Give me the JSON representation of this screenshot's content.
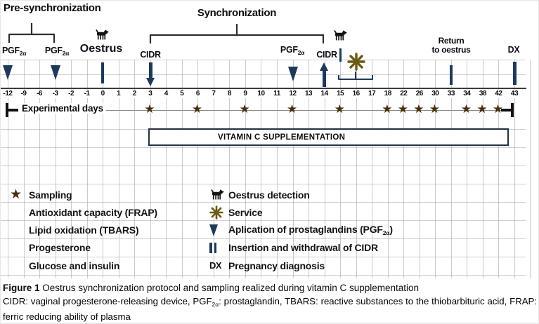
{
  "figure_labels": {
    "pre_sync": "Pre-synchronization",
    "sync": "Synchronization",
    "oestrus": "Oestrus",
    "cidr": "CIDR",
    "pgf": "PGF",
    "pgf_sub": "2α",
    "return_line1": "Return",
    "return_line2": "to oestrus",
    "dx": "DX",
    "experimental_days": "Experimental days",
    "vitamin_box": "VITAMIN C SUPPLEMENTATION"
  },
  "timeline": {
    "days": [
      "-12",
      "-9",
      "-6",
      "-3",
      "-2",
      "-1",
      "0",
      "1",
      "2",
      "3",
      "4",
      "5",
      "6",
      "7",
      "8",
      "9",
      "10",
      "11",
      "12",
      "13",
      "14",
      "15",
      "16",
      "17",
      "18",
      "22",
      "26",
      "30",
      "33",
      "34",
      "38",
      "42",
      "43"
    ],
    "sampling_days": [
      "3",
      "6",
      "9",
      "12",
      "15",
      "18",
      "22",
      "26",
      "30",
      "34",
      "38",
      "42"
    ],
    "events": [
      {
        "day": "-12",
        "marker": "prostaglandin-injection"
      },
      {
        "day": "-3",
        "marker": "prostaglandin-injection"
      },
      {
        "day": "0",
        "marker": "oestrus"
      },
      {
        "day": "3",
        "marker": "cidr-insertion"
      },
      {
        "day": "12",
        "marker": "prostaglandin-injection"
      },
      {
        "day": "14",
        "marker": "cidr-withdrawal"
      },
      {
        "day": "15",
        "marker": "oestrus-detection"
      },
      {
        "day": "16",
        "marker": "service"
      },
      {
        "day": "33",
        "marker": "return-to-oestrus"
      },
      {
        "day": "43",
        "marker": "pregnancy-diagnosis"
      }
    ]
  },
  "legend": {
    "left": [
      {
        "icon": "sampling-star",
        "label": "Sampling"
      },
      {
        "icon": "",
        "label": "Antioxidant capacity (FRAP)"
      },
      {
        "icon": "",
        "label": "Lipid oxidation (TBARS)"
      },
      {
        "icon": "",
        "label": "Progesterone"
      },
      {
        "icon": "",
        "label": "Glucose and insulin"
      }
    ],
    "right": [
      {
        "icon": "dog",
        "label": "Oestrus detection"
      },
      {
        "icon": "service-star",
        "label": "Service"
      },
      {
        "icon": "triangle-down",
        "label_pre": "Aplication of prostaglandins (PGF",
        "label_sub": "2α",
        "label_post": ")"
      },
      {
        "icon": "cidr-bars",
        "label": "Insertion and withdrawal of CIDR"
      },
      {
        "icon": "dx-text",
        "icon_text": "DX",
        "label": "Pregnancy diagnosis"
      }
    ]
  },
  "caption": {
    "figure_label": "Figure 1",
    "title": "Oestrus synchronization protocol and sampling realized during vitamin C supplementation",
    "abbr_pre": "CIDR: vaginal progesterone-releasing device, PGF",
    "abbr_sub": "2α",
    "abbr_post": ": prostaglandin, TBARS: reactive substances to the thiobarbituric acid, FRAP: ferric reducing ability of plasma"
  },
  "colors": {
    "navy": "#1f3a58",
    "sampling_star": "#4a2e12",
    "service_star": "#6b5a15",
    "grid": "#a0a0a0"
  }
}
